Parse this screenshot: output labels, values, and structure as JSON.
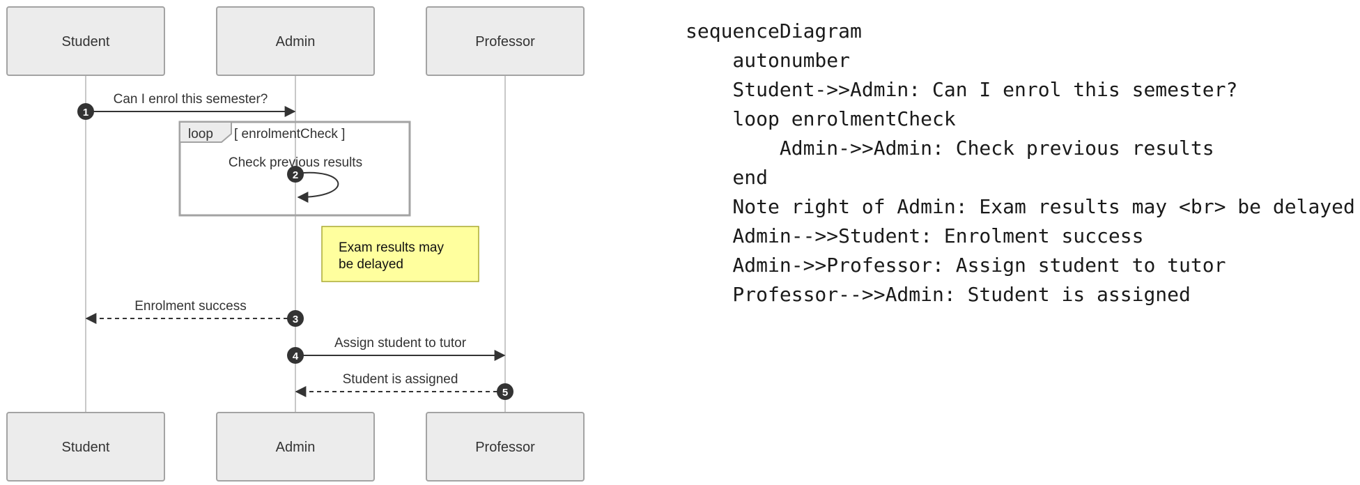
{
  "diagram": {
    "participants": [
      {
        "id": "Student",
        "label": "Student"
      },
      {
        "id": "Admin",
        "label": "Admin"
      },
      {
        "id": "Professor",
        "label": "Professor"
      }
    ],
    "messages": [
      {
        "number": "1",
        "from": "Student",
        "to": "Admin",
        "text": "Can I enrol this semester?",
        "style": "solid"
      },
      {
        "number": "2",
        "from": "Admin",
        "to": "Admin",
        "text": "Check previous results",
        "style": "solid"
      },
      {
        "number": "3",
        "from": "Admin",
        "to": "Student",
        "text": "Enrolment success",
        "style": "dashed"
      },
      {
        "number": "4",
        "from": "Admin",
        "to": "Professor",
        "text": "Assign student to tutor",
        "style": "solid"
      },
      {
        "number": "5",
        "from": "Professor",
        "to": "Admin",
        "text": "Student is assigned",
        "style": "dashed"
      }
    ],
    "loop": {
      "keyword": "loop",
      "condition": "[ enrolmentCheck ]"
    },
    "note": {
      "anchor": "Admin",
      "side": "right",
      "lines": [
        "Exam results may",
        "be delayed"
      ]
    },
    "colors": {
      "box_fill": "#ececec",
      "box_stroke": "#a3a3a3",
      "lifeline": "#c8c8c8",
      "line": "#333333",
      "note_fill": "#ffff9e",
      "note_stroke": "#aaaa33",
      "badge": "#333333"
    }
  },
  "code": {
    "lines": [
      "sequenceDiagram",
      "    autonumber",
      "    Student->>Admin: Can I enrol this semester?",
      "    loop enrolmentCheck",
      "        Admin->>Admin: Check previous results",
      "    end",
      "    Note right of Admin: Exam results may <br> be delayed",
      "    Admin-->>Student: Enrolment success",
      "    Admin->>Professor: Assign student to tutor",
      "    Professor-->>Admin: Student is assigned"
    ]
  }
}
